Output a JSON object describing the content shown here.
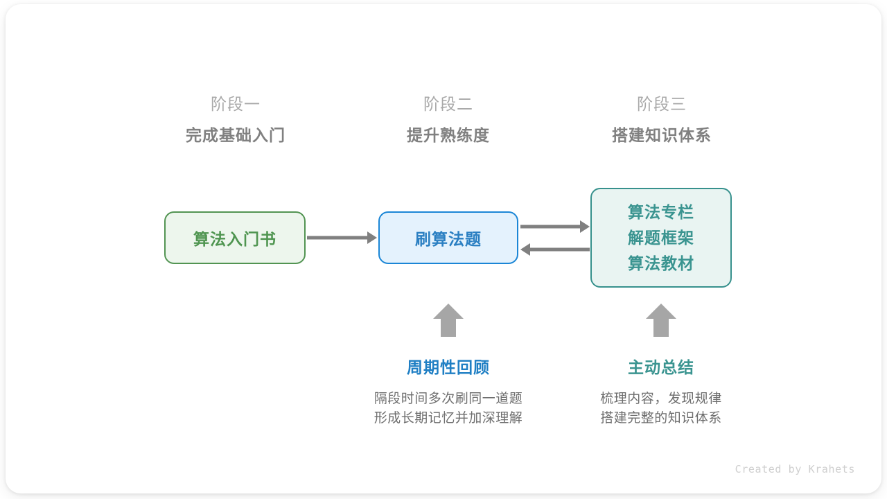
{
  "canvas": {
    "background": "#ffffff",
    "card_background": "#ffffff"
  },
  "colors": {
    "green": "#4f9550",
    "green_border": "#529452",
    "green_fill": "#edf6ed",
    "blue": "#2a7fc2",
    "blue_border": "#1b86d6",
    "blue_fill": "#e4f2fd",
    "blue_label": "#1f7fc4",
    "teal": "#3a9490",
    "teal_border": "#37918d",
    "teal_fill": "#e9f4f2",
    "gray_arrow": "#808080",
    "gray_heading": "#808080",
    "gray_subheading": "#a9a9a9",
    "gray_body": "#6e6e6e",
    "footer": "#cfcfcf"
  },
  "phases": [
    {
      "name": "阶段一",
      "goal": "完成基础入门"
    },
    {
      "name": "阶段二",
      "goal": "提升熟练度"
    },
    {
      "name": "阶段三",
      "goal": "搭建知识体系"
    }
  ],
  "nodes": {
    "book": {
      "label": "算法入门书"
    },
    "practice": {
      "label": "刷算法题"
    },
    "resources": {
      "lines": [
        "算法专栏",
        "解题框架",
        "算法教材"
      ]
    }
  },
  "arrows": [
    {
      "name": "book-to-practice",
      "direction": "right"
    },
    {
      "name": "practice-to-resources",
      "direction": "right"
    },
    {
      "name": "resources-to-practice",
      "direction": "left"
    }
  ],
  "practices": [
    {
      "title": "周期性回顾",
      "desc_line1": "隔段时间多次刷同一道题",
      "desc_line2": "形成长期记忆并加深理解"
    },
    {
      "title": "主动总结",
      "desc_line1": "梳理内容，发现规律",
      "desc_line2": "搭建完整的知识体系"
    }
  ],
  "footer": {
    "credit": "Created by Krahets"
  }
}
